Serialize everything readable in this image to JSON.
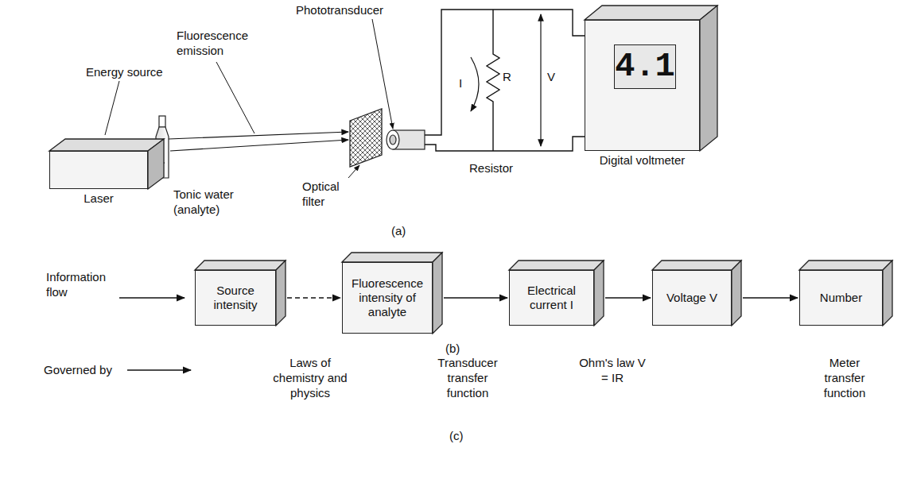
{
  "diagram": {
    "nodes": [
      {
        "text": [
          "Laser"
        ]
      },
      {
        "text": [
          "4.1",
          "Digital voltmeter"
        ]
      },
      {
        "text": [
          "Source intensity"
        ]
      },
      {
        "text": [
          "Fluorescence intensity of analyte"
        ]
      },
      {
        "text": [
          "Electrical current I"
        ]
      },
      {
        "text": [
          "Voltage V"
        ]
      },
      {
        "text": [
          "Number"
        ]
      }
    ],
    "edges": [
      {
        "from": 2,
        "to": 3,
        "arrow": "to"
      },
      {
        "from": 3,
        "to": 4,
        "arrow": "to"
      },
      {
        "from": 4,
        "to": 5,
        "arrow": "to"
      },
      {
        "from": 5,
        "to": 6,
        "arrow": "to"
      }
    ],
    "labels": [
      "Phototransducer",
      "Fluorescence emission",
      "Energy source",
      "Tonic water (analyte)",
      "Optical filter",
      "I",
      "R",
      "V",
      "Resistor",
      "(a)",
      "Information flow",
      "(b)",
      "Governed by",
      "Laws of chemistry and physics",
      "Transducer transfer function",
      "Ohm's law V = IR",
      "Meter transfer function",
      "(c)"
    ]
  }
}
